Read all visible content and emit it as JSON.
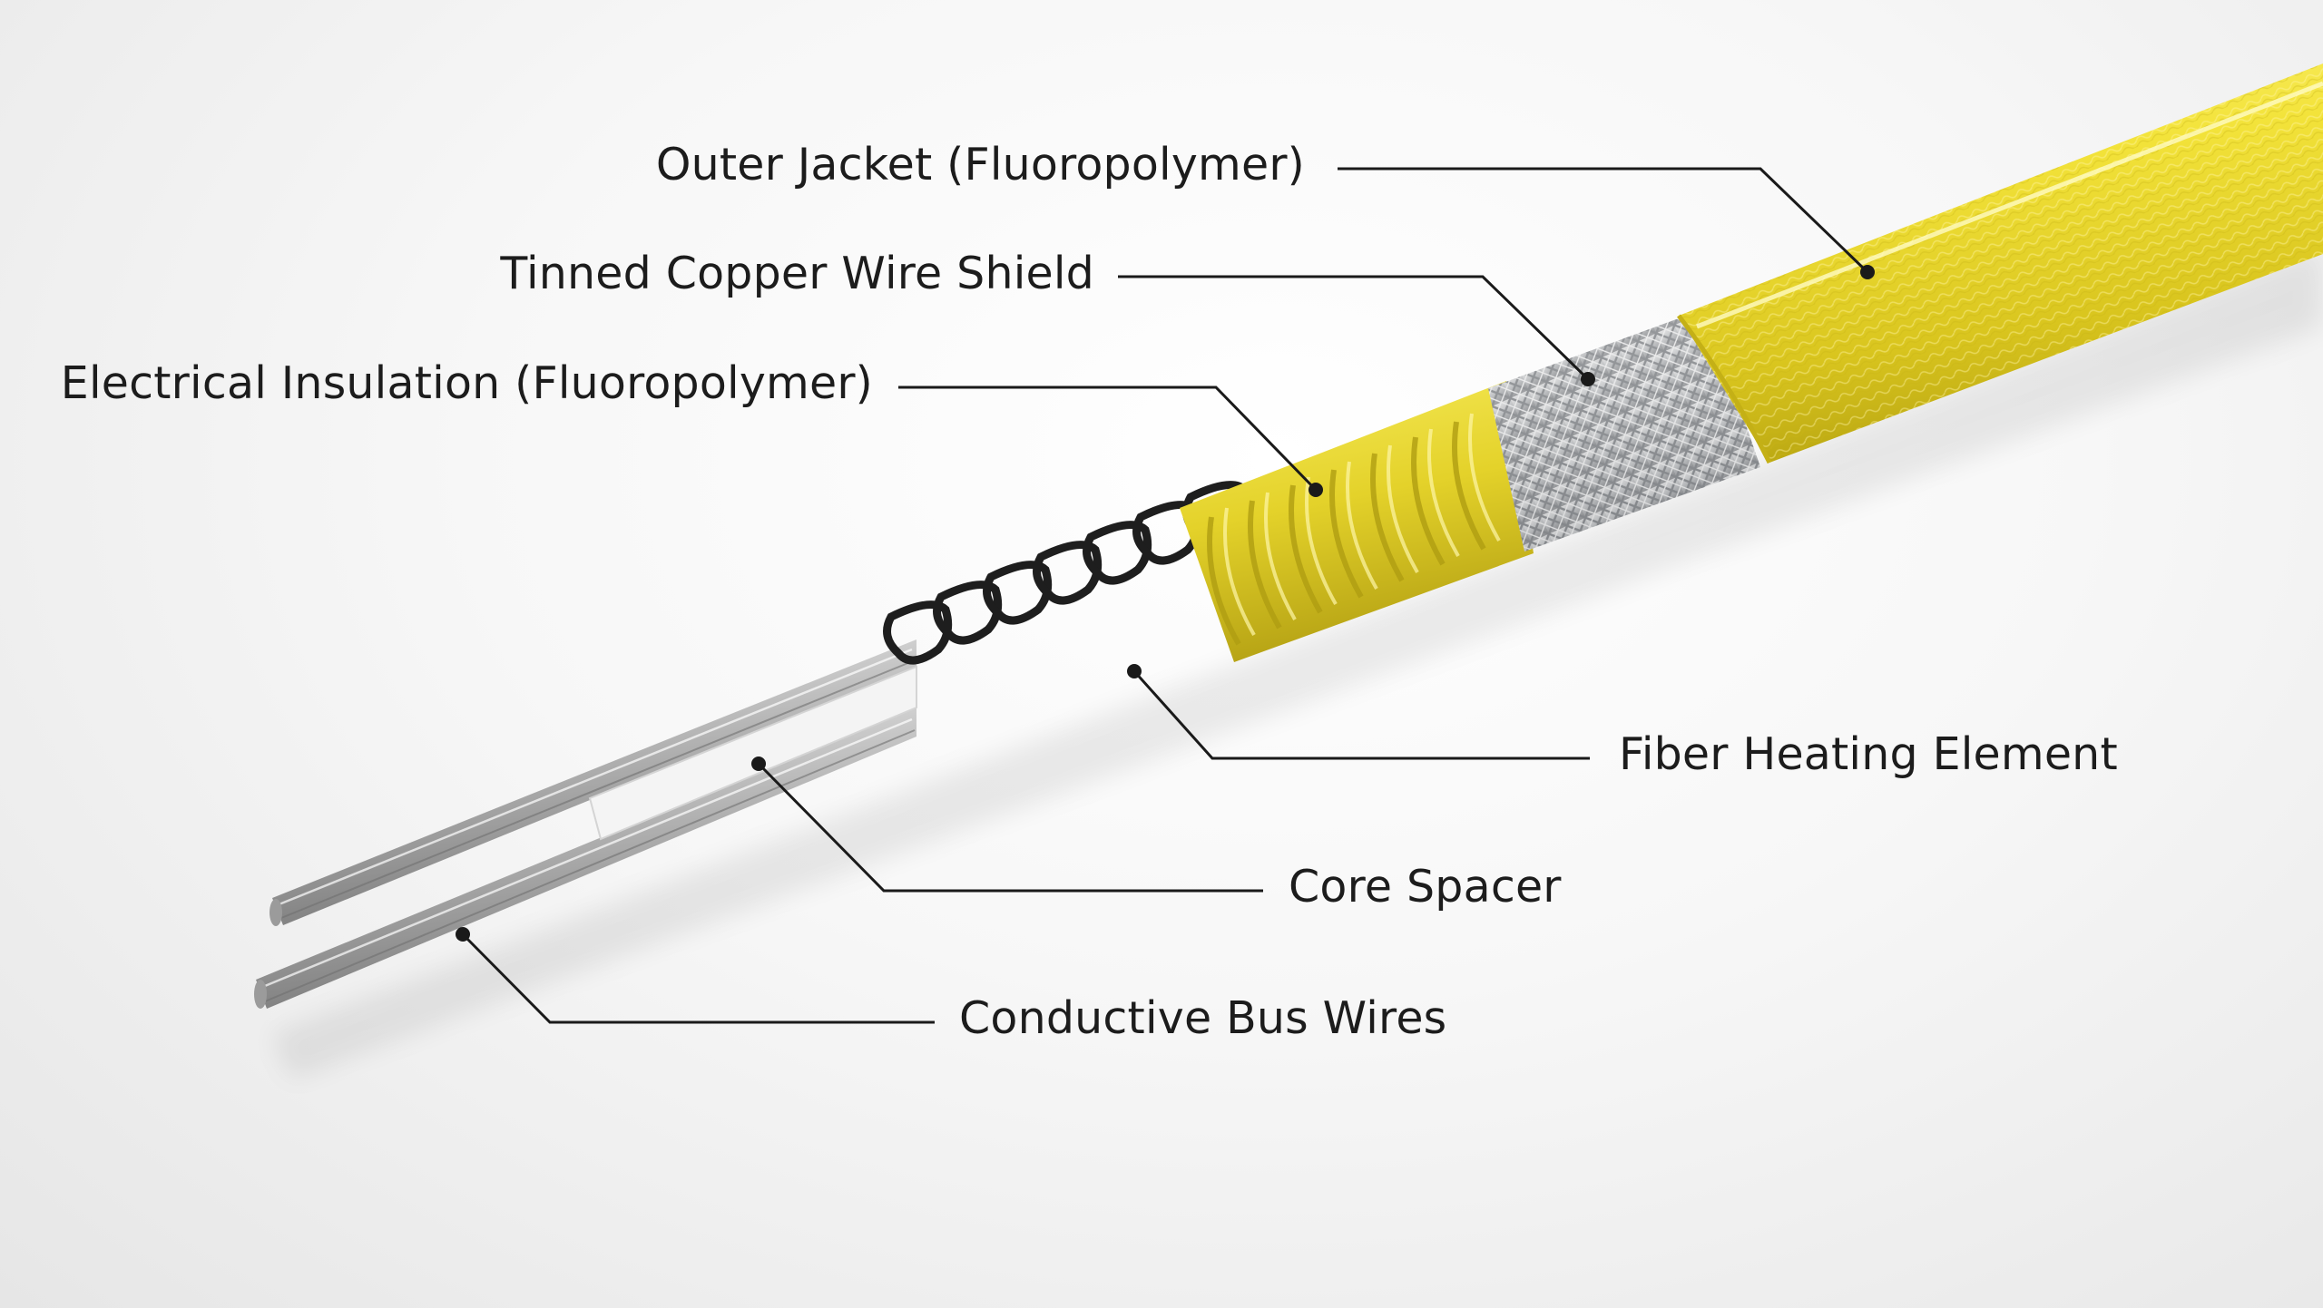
{
  "labels": {
    "outer_jacket": "Outer Jacket (Fluoropolymer)",
    "shield": "Tinned Copper Wire Shield",
    "insulation": "Electrical Insulation (Fluoropolymer)",
    "fiber": "Fiber Heating Element",
    "spacer": "Core Spacer",
    "bus_wires": "Conductive Bus Wires"
  },
  "colors": {
    "jacket": "#f2e232",
    "insulation": "#e8d828",
    "braid": "#c9cbcc",
    "fiber": "#1e1e1e",
    "spacer": "#f4f4f4",
    "wire": "#b8b8b8",
    "leader": "#1a1a1a"
  }
}
